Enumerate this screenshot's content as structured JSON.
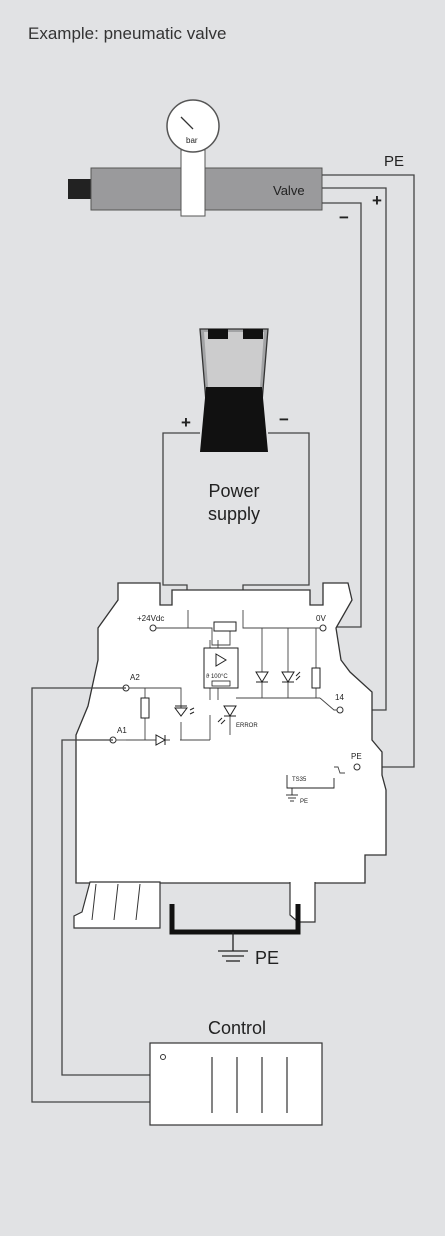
{
  "title": "Example: pneumatic valve",
  "valve": {
    "label": "Valve",
    "gauge_label": "bar",
    "pe_label": "PE",
    "plus": "+",
    "minus": "−"
  },
  "power_supply": {
    "line1": "Power",
    "line2": "supply",
    "plus": "+",
    "minus": "−"
  },
  "relay": {
    "v24": "+24Vdc",
    "v0": "0V",
    "a2": "A2",
    "a1": "A1",
    "t14": "14",
    "pe": "PE",
    "ts35": "TS35",
    "ts_pe": "PE",
    "temp": "ϑ 100°C",
    "error": "ERROR"
  },
  "ground_label": "PE",
  "control_label": "Control",
  "colors": {
    "background": "#e1e2e4",
    "valve_body": "#9a9a9c",
    "dark": "#222222",
    "white": "#ffffff"
  },
  "icons": [
    "pressure-gauge-icon",
    "battery-icon",
    "diode-icon",
    "led-icon",
    "varistor-icon",
    "ground-icon",
    "din-rail-icon"
  ]
}
